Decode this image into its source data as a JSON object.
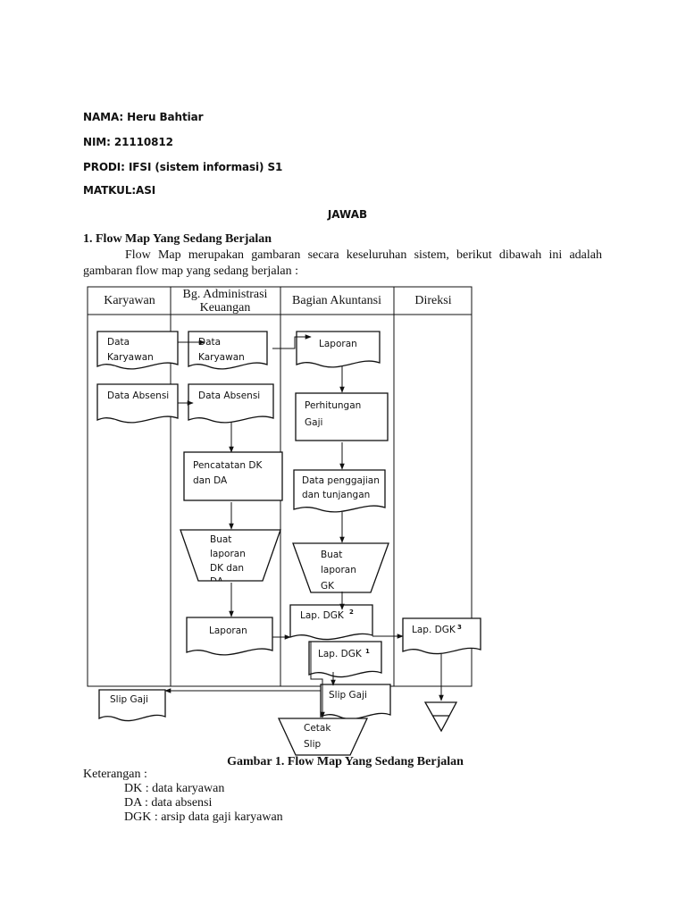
{
  "student": {
    "nama": "NAMA: Heru Bahtiar",
    "nim": "NIM: 21110812",
    "prodi": "PRODI: IFSI (sistem informasi) S1",
    "matkul": "MATKUL:ASI"
  },
  "jawab": "JAWAB",
  "section": {
    "heading": "1. Flow Map Yang Sedang Berjalan",
    "intro": "Flow Map merupakan gambaran secara keseluruhan sistem, berikut dibawah ini adalah gambaran flow map yang sedang berjalan :"
  },
  "diagram": {
    "lanes": {
      "karyawan": "Karyawan",
      "bg_admin_1": "Bg. Administrasi",
      "bg_admin_2": "Keuangan",
      "akuntansi": "Bagian Akuntansi",
      "direksi": "Direksi"
    },
    "nodes": {
      "kar_data_karyawan_1": "Data",
      "kar_data_karyawan_2": "Karyawan",
      "kar_data_absensi": "Data Absensi",
      "adm_data_karyawan_1": "Data",
      "adm_data_karyawan_2": "Karyawan",
      "adm_data_absensi": "Data Absensi",
      "pencatatan_1": "Pencatatan DK",
      "pencatatan_2": "dan  DA",
      "buat_laporan_1": "Buat",
      "buat_laporan_2": "laporan",
      "buat_laporan_3": "DK  dan",
      "buat_laporan_4": "DA",
      "adm_laporan": "Laporan",
      "akt_laporan": "Laporan",
      "perhitungan_1": "Perhitungan",
      "perhitungan_2": "Gaji",
      "penggajian_1": "Data penggajian",
      "penggajian_2": "dan tunjangan",
      "buat_gk_1": "Buat",
      "buat_gk_2": "laporan",
      "buat_gk_3": "GK",
      "lap_dgk_2": "Lap. DGK",
      "lap_dgk_2_num": "2",
      "lap_dgk_1": "Lap. DGK",
      "lap_dgk_1_num": "1",
      "lap_dgk_3": "Lap. DGK",
      "lap_dgk_3_num": "3",
      "slip_gaji_akt": "Slip Gaji",
      "slip_gaji_kar": "Slip Gaji",
      "cetak_1": "Cetak",
      "cetak_2": "Slip"
    }
  },
  "caption": "Gambar 1. Flow Map Yang Sedang Berjalan",
  "legend": {
    "title": "Keterangan :",
    "items": [
      "DK : data karyawan",
      "DA : data absensi",
      "DGK : arsip data gaji karyawan"
    ]
  }
}
